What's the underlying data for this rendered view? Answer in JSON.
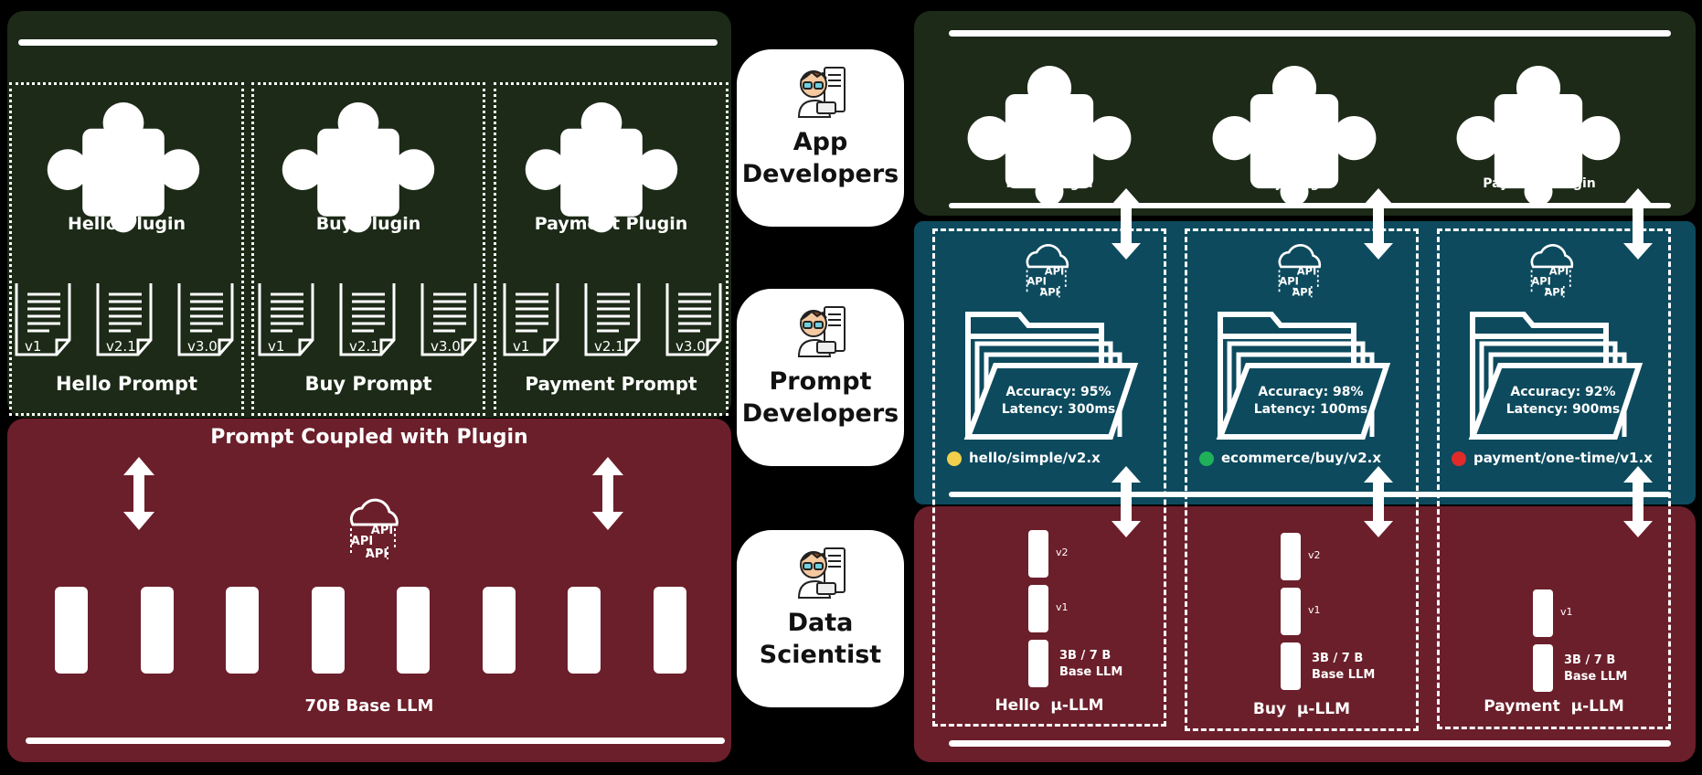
{
  "left": {
    "plugins": [
      "Hello Plugin",
      "Buy Plugin",
      "Payment Plugin"
    ],
    "prompts": [
      "Hello Prompt",
      "Buy Prompt",
      "Payment Prompt"
    ],
    "versions": [
      "v1",
      "v2.1",
      "v3.0"
    ],
    "coupled_label": "Prompt Coupled with Plugin",
    "base_llm_label": "70B Base LLM",
    "api_words": [
      "API",
      "API",
      "API"
    ]
  },
  "roles": [
    {
      "line1": "App",
      "line2": "Developers"
    },
    {
      "line1": "Prompt",
      "line2": "Developers"
    },
    {
      "line1": "Data",
      "line2": "Scientist"
    }
  ],
  "right": {
    "plugins": [
      "Hello Plugin",
      "Buy Plugin",
      "Payment Plugin"
    ],
    "prompts": [
      {
        "accuracy": "Accuracy: 95%",
        "latency": "Latency: 300ms",
        "path": "hello/simple/v2.x",
        "status_color": "#f2d04b"
      },
      {
        "accuracy": "Accuracy: 98%",
        "latency": "Latency: 100ms",
        "path": "ecommerce/buy/v2.x",
        "status_color": "#1fb15a"
      },
      {
        "accuracy": "Accuracy: 92%",
        "latency": "Latency: 900ms",
        "path": "payment/one-time/v1.x",
        "status_color": "#e02b2b"
      }
    ],
    "models": [
      {
        "versions": [
          "v2",
          "v1"
        ],
        "base_line1": "3B / 7 B",
        "base_line2": "Base LLM",
        "name": "Hello  μ-LLM"
      },
      {
        "versions": [
          "v2",
          "v1"
        ],
        "base_line1": "3B / 7 B",
        "base_line2": "Base LLM",
        "name": "Buy  μ-LLM"
      },
      {
        "versions": [
          "v1"
        ],
        "base_line1": "3B / 7 B",
        "base_line2": "Base LLM",
        "name": "Payment  μ-LLM"
      }
    ]
  },
  "colors": {
    "green_panel": "#1c2a17",
    "red_panel": "#6b1f2a",
    "teal_panel": "#0d4a5e"
  }
}
